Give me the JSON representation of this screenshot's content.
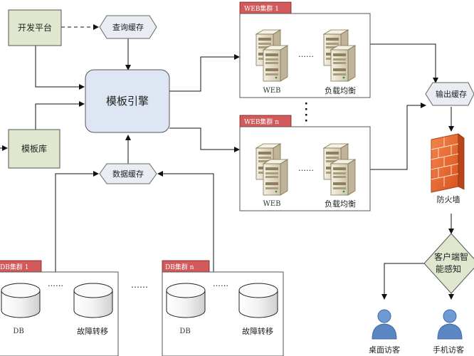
{
  "nodes": {
    "dev_platform": "开发平台",
    "query_cache": "查询缓存",
    "template_engine": "模板引擎",
    "template_lib": "模板库",
    "data_cache": "数据缓存",
    "output_cache": "输出缓存",
    "firewall": "防火墙",
    "smart_sense": [
      "客户端智",
      "能感知"
    ],
    "desktop_visitor": "桌面访客",
    "mobile_visitor": "手机访客"
  },
  "clusters": {
    "web_1": {
      "tab": "WEB集群 1",
      "server_a": "WEB",
      "server_b": "负载均衡"
    },
    "web_n": {
      "tab": "WEB集群 n",
      "server_a": "WEB",
      "server_b": "负载均衡"
    },
    "db_1": {
      "tab": "DB集群 1",
      "db_a": "DB",
      "db_b": "故障转移"
    },
    "db_n": {
      "tab": "DB集群 n",
      "db_a": "DB",
      "db_b": "故障转移"
    }
  },
  "ellipsis": "……",
  "colors": {
    "box_green": "#dfe8cf",
    "engine_blue": "#dde6f2",
    "hex_fill": "#e9edf3",
    "tab_red": "#d25a5a",
    "wall_orange": "#e8622a",
    "person_blue": "#5b86c2"
  }
}
